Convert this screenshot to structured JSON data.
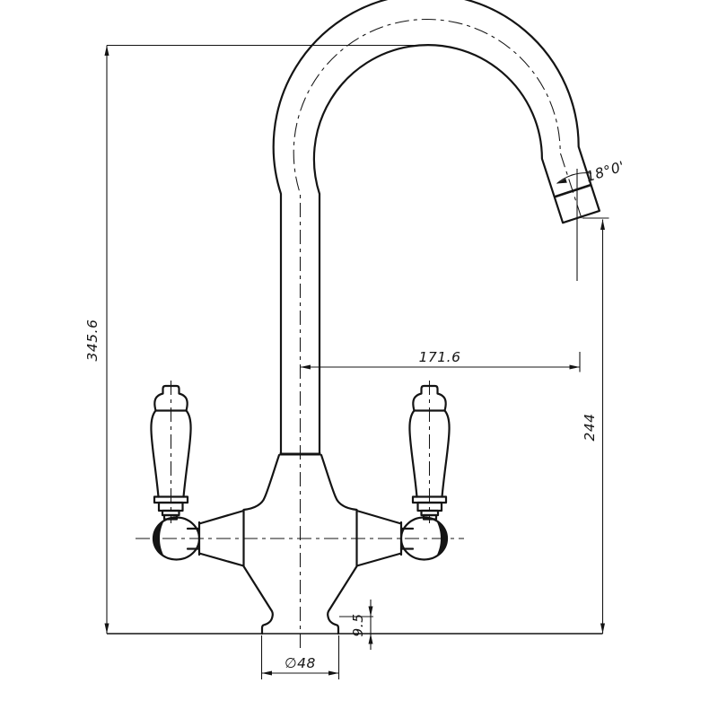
{
  "drawing": {
    "subject": "dual-lever monobloc kitchen mixer tap, side elevation technical drawing",
    "background_color": "#ffffff",
    "line_color": "#141414",
    "dimensions": {
      "overall_height": "345.6",
      "spout_reach": "171.6",
      "spout_outlet_height": "244",
      "base_diameter": "∅48",
      "base_shoulder_height": "9.5",
      "spout_outlet_angle": "18°0'"
    }
  }
}
